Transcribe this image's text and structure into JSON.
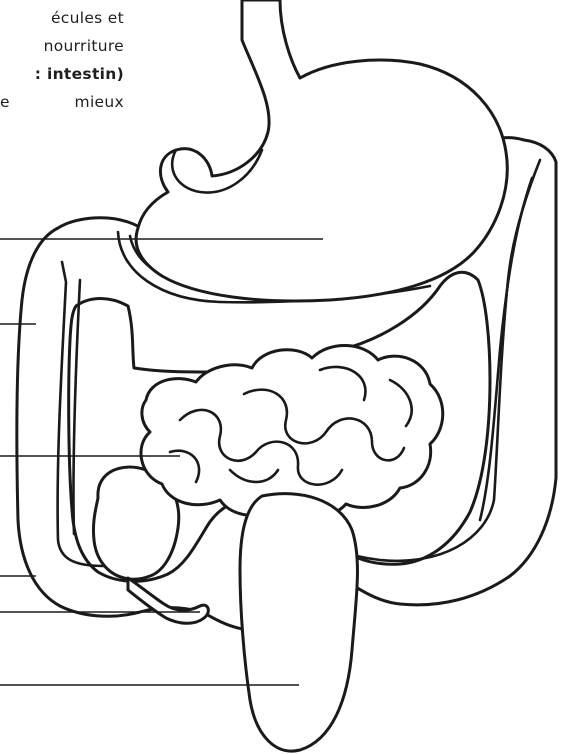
{
  "intro_text": {
    "line1": "écules et",
    "line2": "nourriture",
    "line3_bold": "intesti​n)",
    "line4_left": "e",
    "line4_right": "mieux"
  },
  "diagram": {
    "subject": "digestive-system",
    "label_lines_count": 6,
    "stroke_color": "#1a1a1a",
    "watermark_color": "#e6e6e6"
  }
}
